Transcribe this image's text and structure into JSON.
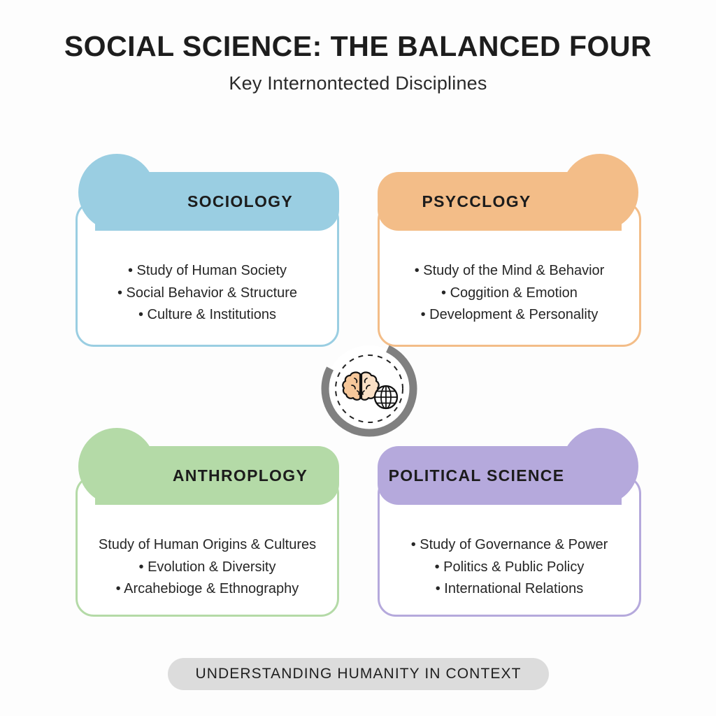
{
  "header": {
    "title": "SOCIAL SCIENCE: THE BALANCED FOUR",
    "subtitle": "Key Internontected Disciplines"
  },
  "cards": [
    {
      "id": "sociology",
      "title": "SOCIOLOGY",
      "accent": "#9acee2",
      "icon": "people-group-icon",
      "icon_side": "left",
      "bullets": [
        "• Study of Human Society",
        "• Social Behavior & Structure",
        "• Culture & Institutions"
      ]
    },
    {
      "id": "psychology",
      "title": "PSYCCLOGY",
      "accent": "#f3bd88",
      "icon": "head-gear-icon",
      "icon_side": "right",
      "bullets": [
        "• Study of the Mind & Behavior",
        "• Coggition & Emotion",
        "• Development & Personality"
      ]
    },
    {
      "id": "anthropology",
      "title": "ANTHROPLOGY",
      "accent": "#b4daa7",
      "icon": "vase-skull-icon",
      "icon_side": "left",
      "bullets": [
        "Study of Human Origins & Cultures",
        "• Evolution & Diversity",
        "• Arcahebioge & Ethnography"
      ]
    },
    {
      "id": "politicalscience",
      "title": "POLITICAL SCIENCE",
      "accent": "#b5a9dc",
      "icon": "government-building-icon",
      "icon_side": "right",
      "bullets": [
        "• Study of Governance & Power",
        "• Politics & Public Policy",
        "• International Relations"
      ]
    }
  ],
  "hub": {
    "ring_color": "#808080",
    "icons": [
      "brain-icon",
      "globe-icon"
    ]
  },
  "footer": {
    "text": "UNDERSTANDING HUMANITY IN CONTEXT",
    "background": "#dcdcdc"
  }
}
